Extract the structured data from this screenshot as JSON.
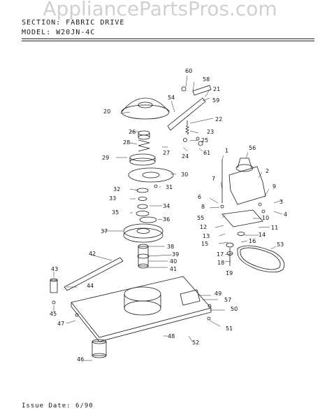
{
  "watermark": "AppliancePartsPros.com",
  "header": {
    "section": "SECTION: FABRIC DRIVE",
    "model": "MODEL: W20JN-4C"
  },
  "footer": {
    "issue_date": "Issue Date: 6/90"
  },
  "part_numbers": [
    "60",
    "58",
    "21",
    "54",
    "59",
    "20",
    "22",
    "26",
    "23",
    "28",
    "25",
    "27",
    "24",
    "61",
    "1",
    "56",
    "29",
    "30",
    "2",
    "7",
    "31",
    "32",
    "9",
    "6",
    "3",
    "33",
    "34",
    "8",
    "4",
    "35",
    "36",
    "55",
    "10",
    "11",
    "12",
    "37",
    "13",
    "14",
    "15",
    "16",
    "38",
    "39",
    "42",
    "17",
    "18",
    "53",
    "40",
    "41",
    "19",
    "43",
    "44",
    "49",
    "57",
    "45",
    "50",
    "47",
    "51",
    "52",
    "48",
    "46"
  ],
  "colors": {
    "ink": "#1a1a1a",
    "watermark": "#999999"
  }
}
